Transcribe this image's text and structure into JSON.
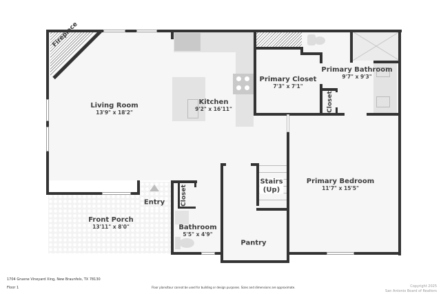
{
  "plan": {
    "address": "1704 Gruene Vineyard Xing, New Braunfels, TX 78130",
    "floor": "Floor 1",
    "disclaimer": "Floor plans/tour cannot be used for building or design purposes. Sizes and dimensions are approximate.",
    "copyright_line1": "Copyright 2025",
    "copyright_line2": "San Antonio Board of Realtors"
  },
  "rooms": {
    "living_room": {
      "name": "Living Room",
      "dims": "13'9\" x 18'2\""
    },
    "kitchen": {
      "name": "Kitchen",
      "dims": "9'2\" x 16'11\""
    },
    "primary_closet": {
      "name": "Primary Closet",
      "dims": "7'3\" x 7'1\""
    },
    "primary_bathroom": {
      "name": "Primary Bathroom",
      "dims": "9'7\" x 9'3\""
    },
    "closet_primary_bath": {
      "name": "Closet"
    },
    "primary_bedroom": {
      "name": "Primary Bedroom",
      "dims": "11'7\" x 15'5\""
    },
    "stairs": {
      "name": "Stairs",
      "note": "(Up)"
    },
    "pantry": {
      "name": "Pantry"
    },
    "bathroom": {
      "name": "Bathroom",
      "dims": "5'5\" x 4'9\""
    },
    "closet_entry": {
      "name": "Closet"
    },
    "entry": {
      "name": "Entry"
    },
    "front_porch": {
      "name": "Front Porch",
      "dims": "13'11\" x 8'0\""
    },
    "fireplace": {
      "name": "Fireplace"
    }
  },
  "colors": {
    "wall": "#333333",
    "floor": "#f6f6f6",
    "fixture": "#e3e3e3",
    "appliance": "#c9c9c9"
  }
}
